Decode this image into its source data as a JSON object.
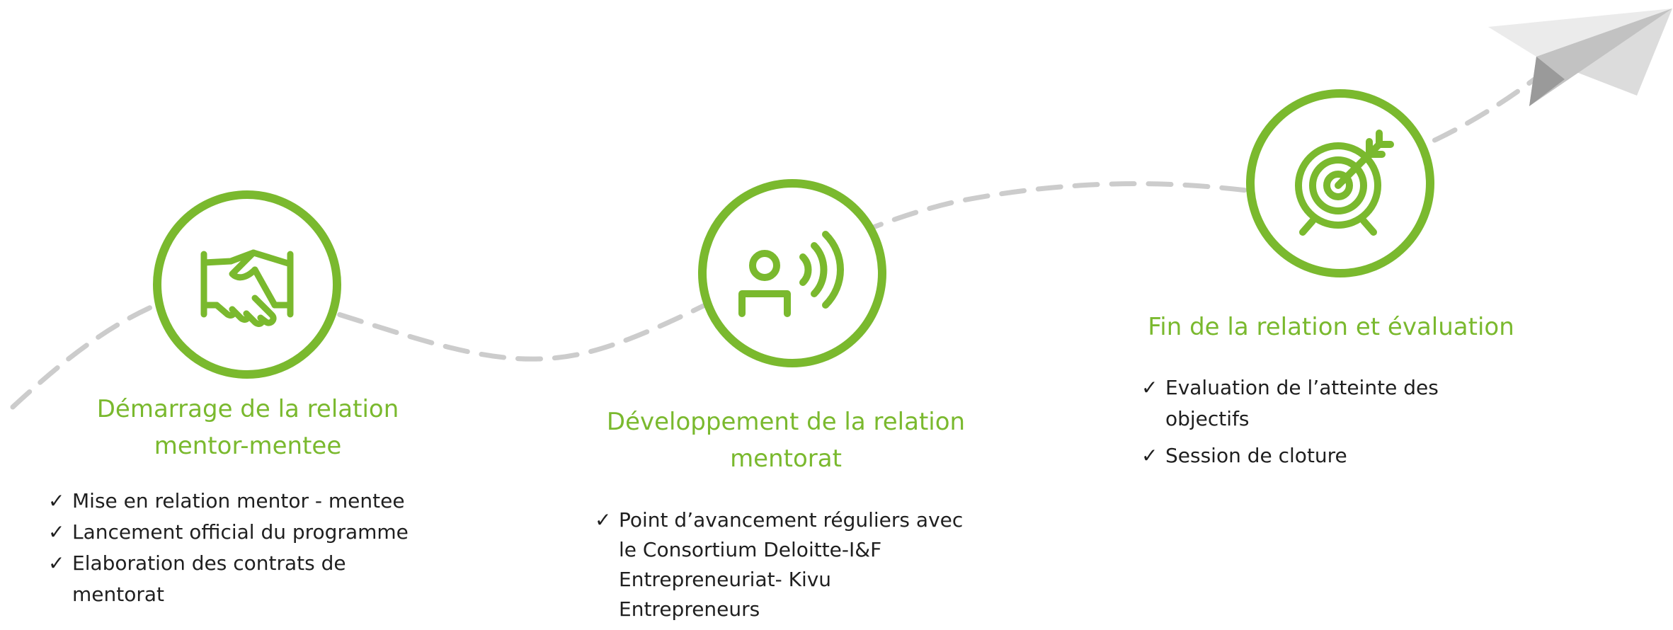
{
  "accent_color": "#7ab92e",
  "path_color": "#cccccc",
  "stages": [
    {
      "icon": "handshake-icon",
      "title_lines": [
        "Démarrage de la relation",
        "mentor-mentee"
      ],
      "items": [
        [
          "Mise en relation mentor - mentee"
        ],
        [
          "Lancement official du programme"
        ],
        [
          "Elaboration des contrats de",
          "mentorat"
        ]
      ]
    },
    {
      "icon": "person-broadcast-icon",
      "title_lines": [
        "Développement de la relation",
        "mentorat"
      ],
      "items": [
        [
          "Point d’avancement réguliers avec",
          "le Consortium Deloitte-I&F",
          "Entrepreneuriat- Kivu",
          "Entrepreneurs"
        ]
      ]
    },
    {
      "icon": "target-icon",
      "title_lines": [
        "Fin de la relation et évaluation"
      ],
      "items": [
        [
          "Evaluation de l’atteinte des",
          "objectifs"
        ],
        [
          "Session de cloture"
        ]
      ]
    }
  ],
  "decorations": [
    "dashed-path",
    "paper-plane-icon"
  ]
}
